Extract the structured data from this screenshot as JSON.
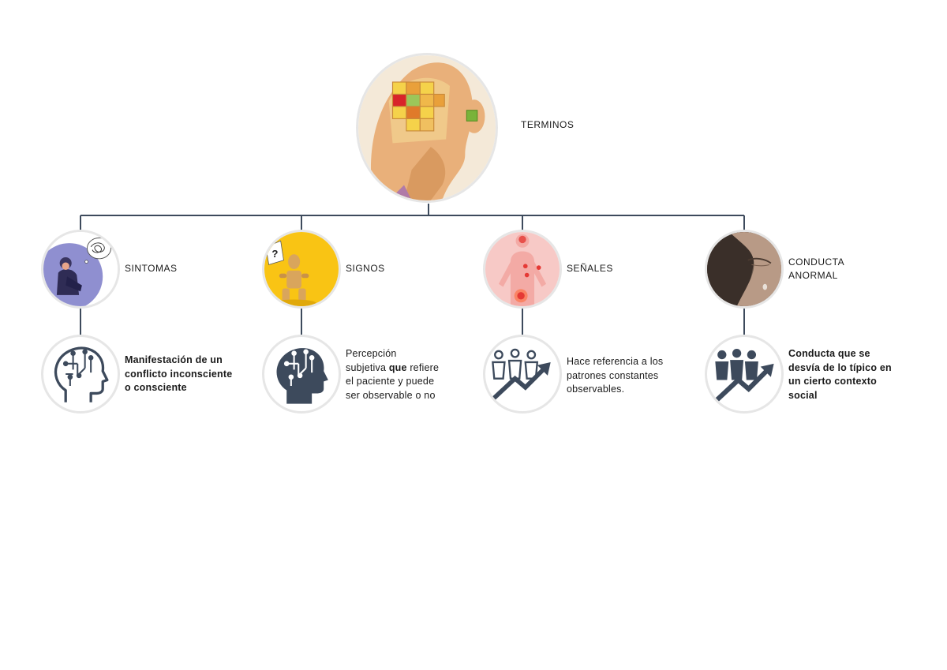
{
  "root": {
    "label": "TERMINOS",
    "image_icon": "puzzle-head-icon"
  },
  "categories": [
    {
      "id": "sintomas",
      "label": "SINTOMAS",
      "image_icon": "anxious-person-icon",
      "detail_icon": "ai-head-outline-icon",
      "description": [
        "Manifestación de un",
        "conflicto inconsciente",
        "o consciente"
      ]
    },
    {
      "id": "signos",
      "label": "SIGNOS",
      "image_icon": "wooden-figure-question-icon",
      "detail_icon": "ai-head-solid-icon",
      "description_parts": [
        {
          "text": "Percepción"
        },
        {
          "text": "subjetiva "
        },
        {
          "text": "que"
        },
        {
          "text": " refiere"
        },
        {
          "text": "el paciente y puede"
        },
        {
          "text": "ser observable o no"
        }
      ]
    },
    {
      "id": "senales",
      "label": "SEÑALES",
      "image_icon": "body-pain-points-icon",
      "detail_icon": "people-growth-outline-icon",
      "description": [
        "Hace referencia a los",
        "patrones constantes",
        "observables."
      ]
    },
    {
      "id": "conducta",
      "label": [
        "CONDUCTA",
        "ANORMAL"
      ],
      "image_icon": "crying-face-icon",
      "detail_icon": "people-growth-solid-icon",
      "description": [
        "Conducta que se",
        "desvía de lo típico en",
        "un cierto contexto",
        "social"
      ]
    }
  ],
  "colors": {
    "connector": "#3d4a5c",
    "icon": "#3d4a5c",
    "circle_border": "#e6e6e6"
  }
}
